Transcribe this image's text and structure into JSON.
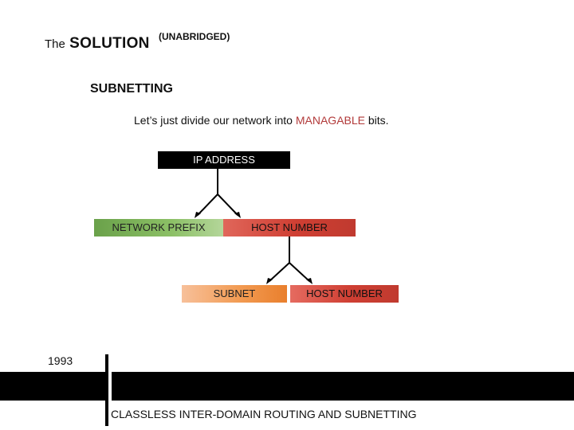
{
  "title": {
    "prefix": "The",
    "main": "SOLUTION",
    "qualifier": "(UNABRIDGED)"
  },
  "subheading": "SUBNETTING",
  "tagline": {
    "before": "Let’s just divide our network into",
    "highlight": "MANAGABLE",
    "after": "bits."
  },
  "diagram": {
    "root": "IP ADDRESS",
    "network_prefix": "NETWORK PREFIX",
    "host_number": "HOST NUMBER",
    "subnet": "SUBNET",
    "subnet_host_number": "HOST NUMBER"
  },
  "timeline": {
    "year": "1993",
    "caption": "CLASSLESS INTER-DOMAIN ROUTING AND SUBNETTING"
  },
  "colors": {
    "highlight": "#b23a3a",
    "network_prefix": "#8cc066",
    "host_number": "#cf3f33",
    "subnet": "#f29b52"
  }
}
